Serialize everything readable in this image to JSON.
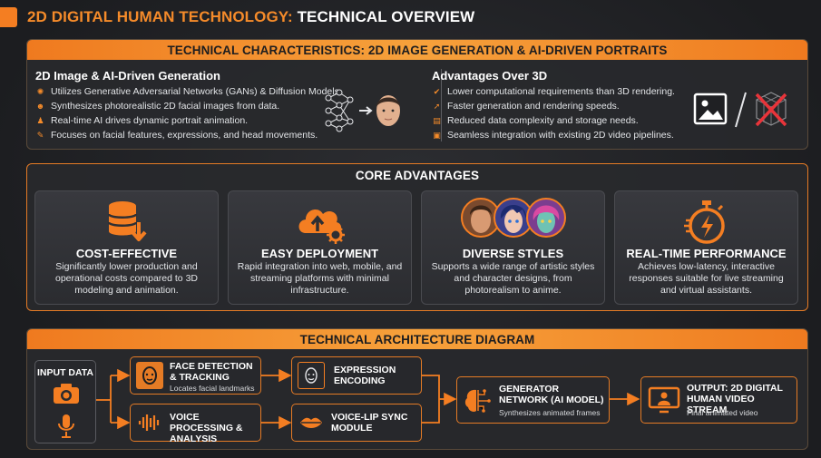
{
  "title": {
    "part1": "2D DIGITAL HUMAN TECHNOLOGY:",
    "part2": " TECHNICAL OVERVIEW"
  },
  "tech": {
    "header": "TECHNICAL CHARACTERISTICS: 2D IMAGE GENERATION & AI-DRIVEN PORTRAITS",
    "left": {
      "heading": "2D Image & AI-Driven Generation",
      "items": [
        "Utilizes Generative Adversarial Networks (GANs) & Diffusion Models.",
        "Synthesizes photorealistic 2D facial images from data.",
        "Real-time AI drives dynamic portrait animation.",
        "Focuses on facial features, expressions, and head movements."
      ]
    },
    "right": {
      "heading": "Advantages Over 3D",
      "items": [
        "Lower computational requirements than 3D rendering.",
        "Faster generation and rendering speeds.",
        "Reduced data complexity and storage needs.",
        "Seamless integration with existing 2D video pipelines."
      ]
    }
  },
  "core": {
    "header": "CORE ADVANTAGES",
    "cards": [
      {
        "title": "COST-EFFECTIVE",
        "desc": "Significantly lower production and operational costs compared to 3D modeling and animation."
      },
      {
        "title": "EASY DEPLOYMENT",
        "desc": "Rapid integration into web, mobile, and streaming platforms with minimal infrastructure."
      },
      {
        "title": "DIVERSE STYLES",
        "desc": "Supports a wide range of artistic styles and character designs, from photorealism to anime."
      },
      {
        "title": "REAL-TIME PERFORMANCE",
        "desc": "Achieves low-latency, interactive responses suitable for live streaming and virtual assistants."
      }
    ]
  },
  "arch": {
    "header": "TECHNICAL ARCHITECTURE DIAGRAM",
    "input": "INPUT DATA",
    "face": {
      "title": "FACE DETECTION & TRACKING",
      "sub": "Locates facial landmarks"
    },
    "voice": {
      "title": "VOICE PROCESSING & ANALYSIS"
    },
    "expr": {
      "title": "EXPRESSION ENCODING"
    },
    "lip": {
      "title": "VOICE-LIP SYNC MODULE"
    },
    "gen": {
      "title": "GENERATOR NETWORK (AI MODEL)",
      "sub": "Synthesizes animated frames"
    },
    "out": {
      "title": "OUTPUT: 2D DIGITAL HUMAN VIDEO STREAM",
      "sub": "Final animated video"
    }
  },
  "colors": {
    "accent": "#f47e22",
    "panel": "#28292d",
    "text": "#eceef1"
  }
}
